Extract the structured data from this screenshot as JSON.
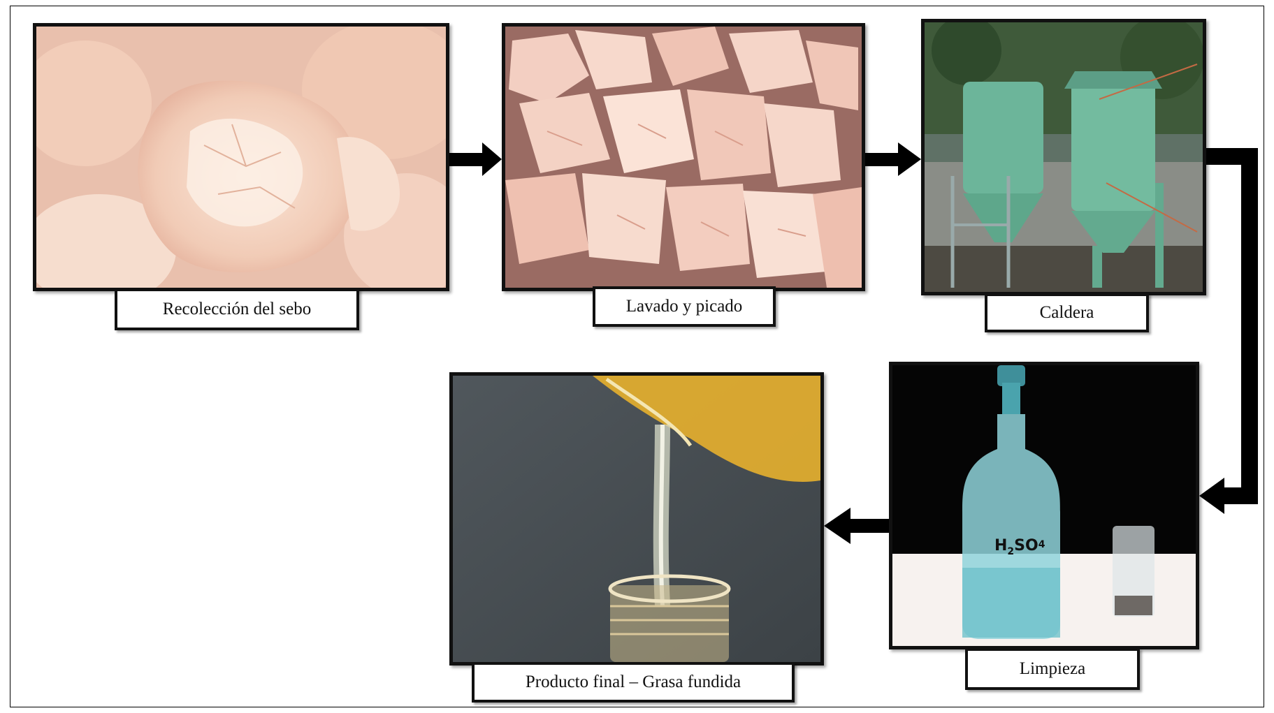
{
  "steps": [
    {
      "id": "sebo",
      "label": "Recolección del sebo"
    },
    {
      "id": "lavado",
      "label": "Lavado y picado"
    },
    {
      "id": "caldera",
      "label": "Caldera"
    },
    {
      "id": "limpieza",
      "label": "Limpieza",
      "bottle_label": "H",
      "bottle_sub_2": "2",
      "bottle_mid": "SO",
      "bottle_sub_4": "4"
    },
    {
      "id": "producto",
      "label": "Producto final – Grasa fundida"
    }
  ]
}
